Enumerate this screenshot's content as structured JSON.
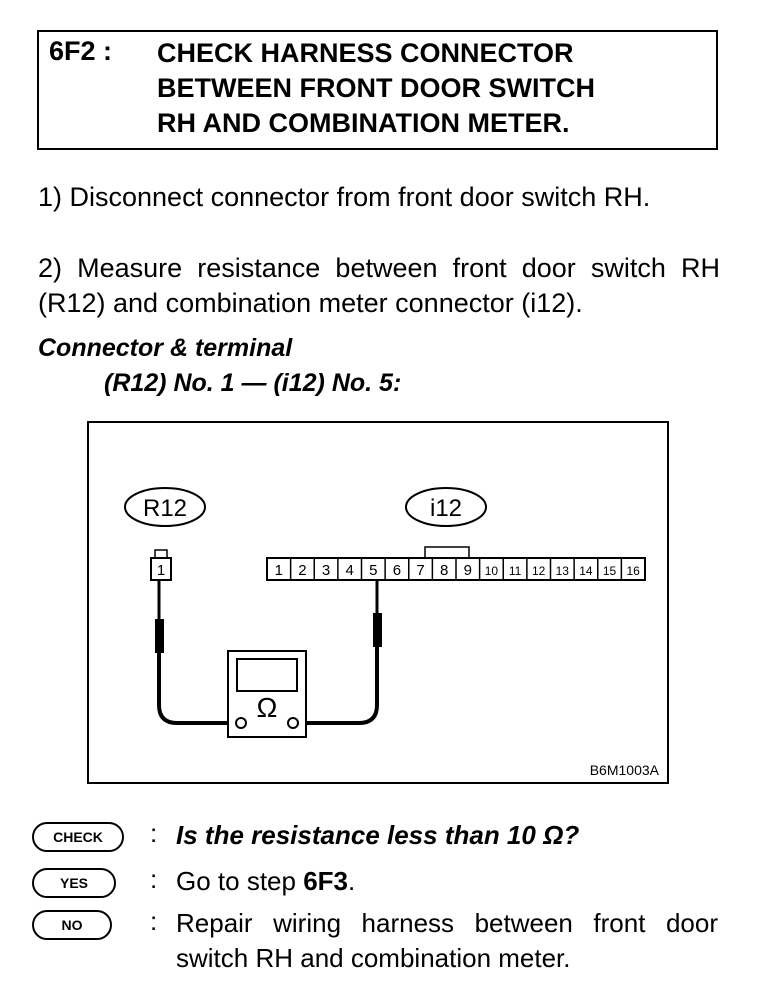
{
  "header": {
    "step_id": "6F2 :",
    "title_lines": [
      "CHECK HARNESS CONNECTOR",
      "BETWEEN FRONT DOOR SWITCH",
      "RH AND COMBINATION METER."
    ]
  },
  "instructions": [
    "1) Disconnect connector from front door switch RH.",
    "2) Measure resistance between front door switch RH (R12) and combination meter connector (i12)."
  ],
  "connector_terminal": {
    "heading": "Connector & terminal",
    "value": "(R12) No. 1 — (i12) No. 5:"
  },
  "diagram": {
    "left_connector_label": "R12",
    "left_terminal": "1",
    "right_connector_label": "i12",
    "right_terminals": [
      "1",
      "2",
      "3",
      "4",
      "5",
      "6",
      "7",
      "8",
      "9",
      "10",
      "11",
      "12",
      "13",
      "14",
      "15",
      "16"
    ],
    "meter_symbol": "Ω",
    "figure_code": "B6M1003A"
  },
  "answers": [
    {
      "badge": "CHECK",
      "text_pre": "Is the resistance less than 10 ",
      "text_bold": "",
      "text_post": "Ω?"
    },
    {
      "badge": "YES",
      "text_pre": "Go to step ",
      "text_bold": "6F3",
      "text_post": "."
    },
    {
      "badge": "NO",
      "text_pre": "Repair wiring harness between front door switch RH and combination meter.",
      "text_bold": "",
      "text_post": ""
    }
  ]
}
